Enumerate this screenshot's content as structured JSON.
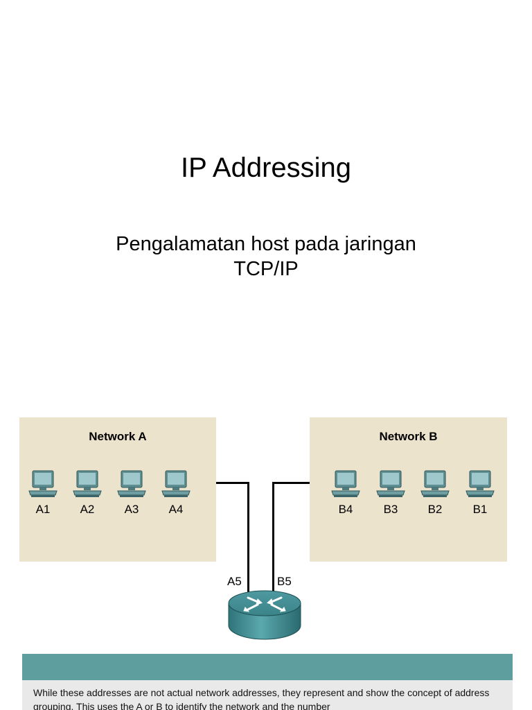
{
  "slide": {
    "title": "IP Addressing",
    "subtitle_line1": "Pengalamatan host pada jaringan",
    "subtitle_line2": "TCP/IP"
  },
  "diagram": {
    "network_a": {
      "label": "Network A",
      "hosts": [
        "A1",
        "A2",
        "A3",
        "A4"
      ]
    },
    "network_b": {
      "label": "Network B",
      "hosts": [
        "B4",
        "B3",
        "B2",
        "B1"
      ]
    },
    "router": {
      "port_a": "A5",
      "port_b": "B5"
    }
  },
  "note": {
    "text": "While these addresses are not actual network addresses, they represent and show the concept of address grouping. This uses the A or B to identify the network and the number"
  },
  "colors": {
    "network_box": "#ece3cd",
    "note_band": "#5e9e9f",
    "note_body": "#e9e9e9",
    "router_body": "#3f8f96"
  }
}
